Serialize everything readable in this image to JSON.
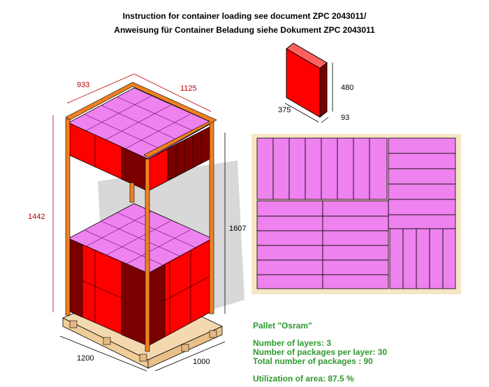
{
  "header": {
    "line1": "Instruction for container loading see document ZPC 2043011/",
    "line2": "Anweisung für Container Beladung siehe Dokument ZPC 2043011"
  },
  "dimensions": {
    "pallet_top_left": "933",
    "pallet_top_right": "1125",
    "load_height": "1442",
    "total_height": "1607",
    "pallet_length": "1200",
    "pallet_width": "1000",
    "box_height": "480",
    "box_length": "375",
    "box_width": "93"
  },
  "info": {
    "pallet_name": "Pallet \"Osram\"",
    "layers": "Number of layers: 3",
    "packages_per_layer": "Number of packages per layer: 30",
    "total_packages": "Total number of packages : 90",
    "utilization": "Utilization of area: 87.5 %"
  },
  "colors": {
    "box_red": "#ff0000",
    "box_dark": "#7a0000",
    "box_top": "#ee82ee",
    "frame": "#f08020",
    "pallet_wood": "#f4d8b0",
    "info_text": "#2e9a2e"
  }
}
